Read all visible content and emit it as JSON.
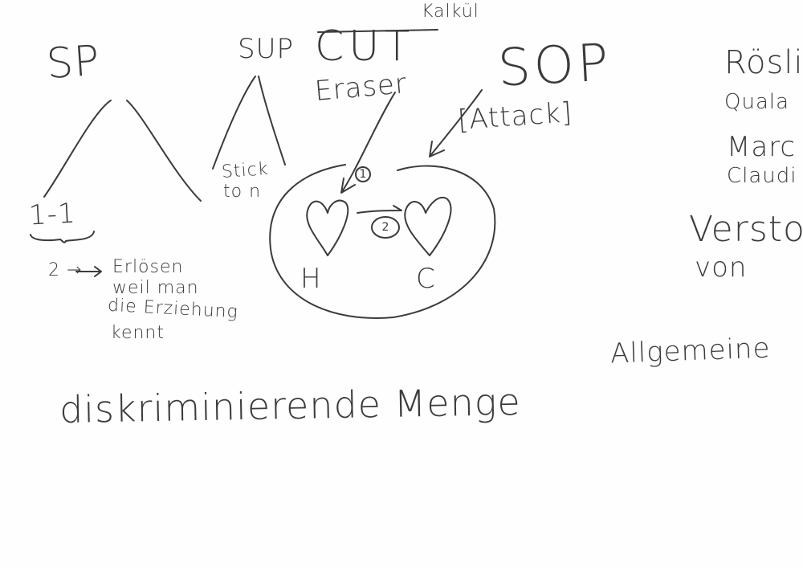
{
  "texts": {
    "sp": "SP",
    "sup": "SUP",
    "cut": "CUT",
    "kalkul": "Kalkül",
    "eraser": "Eraser",
    "sop": "SOP",
    "attack": "[Attack]",
    "rosli": "Rösli",
    "quala": "Quala",
    "marc": "Marc",
    "claudi": "Claudi",
    "verstoss": "Verstoss",
    "von": "von",
    "one_one": "1-1",
    "two_arrow": "2 →",
    "erloesen": "Erlösen",
    "weil_man": "weil man",
    "die_erziehung": "die Erziehung",
    "kennt": "kennt",
    "stick": "Stick",
    "to_n": "to n",
    "h": "H",
    "c": "C",
    "circle_1": "1",
    "circle_2": "2",
    "allgemeine": "Allgemeine",
    "diskriminierende_menge": "diskriminierende Menge"
  },
  "ink_color": "#3b3b3b",
  "background": "#fefefe"
}
